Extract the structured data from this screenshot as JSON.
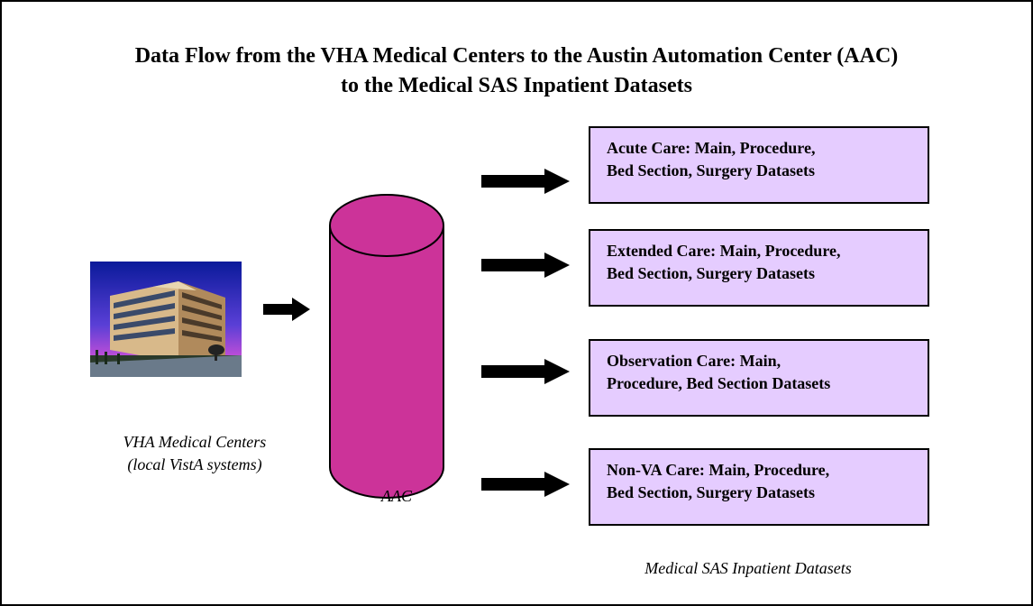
{
  "diagram": {
    "title_line1": "Data Flow from the VHA Medical Centers to the Austin Automation Center (AAC)",
    "title_line2": "to the Medical SAS Inpatient Datasets",
    "source": {
      "caption_line1": "VHA Medical Centers",
      "caption_line2": "(local VistA systems)",
      "icon": "hospital-building-icon"
    },
    "hub": {
      "caption": "AAC",
      "icon": "database-cylinder-icon",
      "color": "#cc3399"
    },
    "datasets": [
      {
        "line1": "Acute Care: Main, Procedure,",
        "line2": "Bed Section, Surgery Datasets"
      },
      {
        "line1": "Extended Care: Main, Procedure,",
        "line2": "Bed Section, Surgery Datasets"
      },
      {
        "line1": "Observation Care: Main,",
        "line2": "Procedure, Bed Section Datasets"
      },
      {
        "line1": "Non-VA Care: Main, Procedure,",
        "line2": "Bed Section, Surgery Datasets"
      }
    ],
    "datasets_caption": "Medical SAS Inpatient Datasets",
    "box_color": "#e5ccff",
    "arrow_icon": "right-arrow-icon"
  }
}
